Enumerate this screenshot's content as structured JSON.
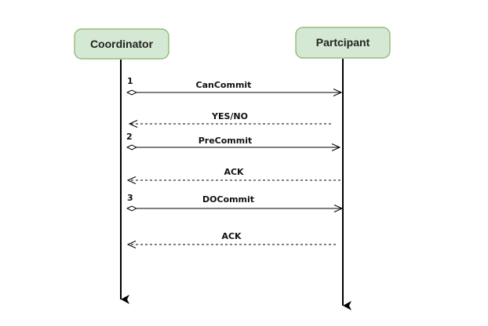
{
  "actors": [
    {
      "label": "Coordinator"
    },
    {
      "label": "Partcipant"
    }
  ],
  "messages": [
    {
      "step": "1",
      "label": "CanCommit",
      "direction": "request"
    },
    {
      "step": "",
      "label": "YES/NO",
      "direction": "response"
    },
    {
      "step": "2",
      "label": "PreCommit",
      "direction": "request"
    },
    {
      "step": "",
      "label": "ACK",
      "direction": "response"
    },
    {
      "step": "3",
      "label": "DOCommit",
      "direction": "request"
    },
    {
      "step": "",
      "label": "ACK",
      "direction": "response"
    }
  ],
  "colors": {
    "actor_fill": "#d5e8d4",
    "actor_stroke": "#82b366",
    "line": "#000000"
  }
}
